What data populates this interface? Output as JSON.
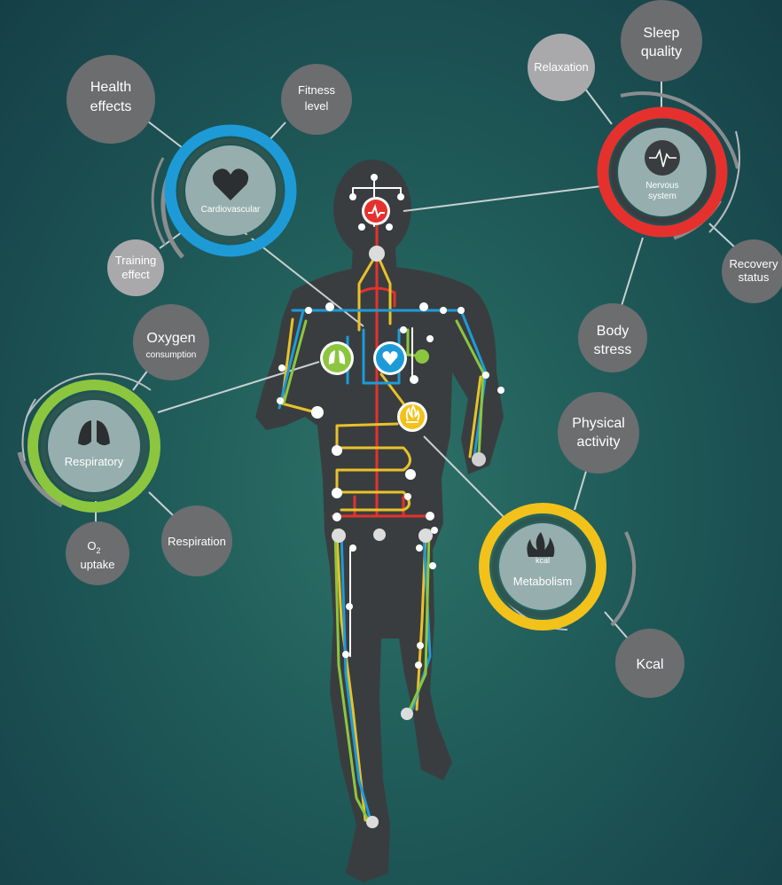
{
  "hubs": {
    "cardiovascular": {
      "title": "Cardiovascular",
      "icon": "heart-icon",
      "color": "#1e9bd7"
    },
    "nervous": {
      "title_line1": "Nervous",
      "title_line2": "system",
      "icon": "heartbeat-icon",
      "color": "#e5312e"
    },
    "respiratory": {
      "title": "Respiratory",
      "icon": "lungs-icon",
      "color": "#8cc63f"
    },
    "metabolism": {
      "title": "Metabolism",
      "icon_text": "kcal",
      "icon": "flame-kcal-icon",
      "color": "#f2c21a"
    }
  },
  "bubbles": {
    "health_effects": {
      "line1": "Health",
      "line2": "effects"
    },
    "fitness_level": {
      "line1": "Fitness",
      "line2": "level"
    },
    "training_effect": {
      "line1": "Training",
      "line2": "effect"
    },
    "relaxation": {
      "line1": "Relaxation"
    },
    "sleep_quality": {
      "line1": "Sleep",
      "line2": "quality"
    },
    "recovery_status": {
      "line1": "Recovery",
      "line2": "status"
    },
    "body_stress": {
      "line1": "Body",
      "line2": "stress"
    },
    "oxygen_consumption": {
      "line1": "Oxygen",
      "line2": "consumption"
    },
    "o2_uptake": {
      "line1": "O",
      "line1_sub": "2",
      "line2": "uptake"
    },
    "respiration": {
      "line1": "Respiration"
    },
    "physical_activity": {
      "line1": "Physical",
      "line2": "activity"
    },
    "kcal": {
      "line1": "Kcal"
    }
  },
  "colors": {
    "background": "#1f5a58",
    "silhouette": "#3a3d3f",
    "bubble": "#6c6d6f",
    "bubble_light": "#a9a9ab",
    "hub_inner": "#96aeae",
    "connector": "#c9d0d2",
    "route_red": "#e5312e",
    "route_yellow": "#e8c22a",
    "route_blue": "#1e9bd7",
    "route_green": "#8cc63f"
  }
}
